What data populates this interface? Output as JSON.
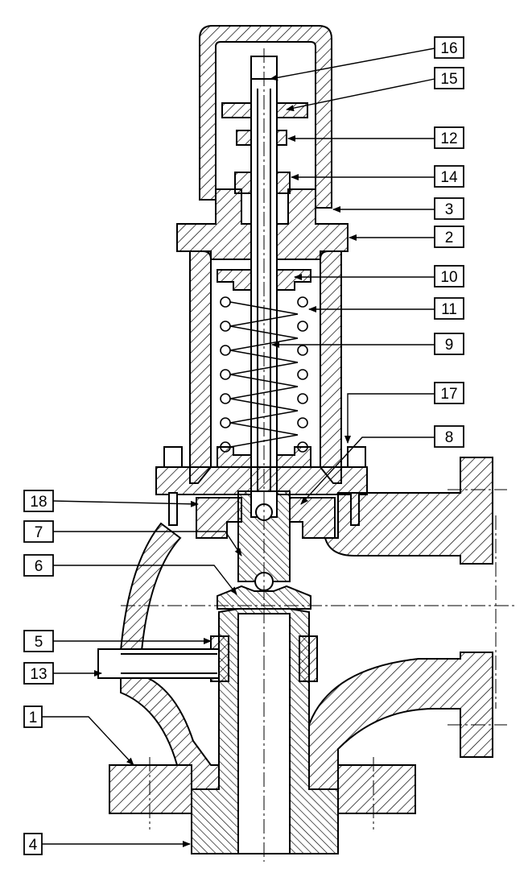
{
  "callouts": [
    {
      "id": "c16",
      "label": "16"
    },
    {
      "id": "c15",
      "label": "15"
    },
    {
      "id": "c12",
      "label": "12"
    },
    {
      "id": "c14",
      "label": "14"
    },
    {
      "id": "c3",
      "label": "3"
    },
    {
      "id": "c2",
      "label": "2"
    },
    {
      "id": "c10",
      "label": "10"
    },
    {
      "id": "c11",
      "label": "11"
    },
    {
      "id": "c9",
      "label": "9"
    },
    {
      "id": "c17",
      "label": "17"
    },
    {
      "id": "c8",
      "label": "8"
    },
    {
      "id": "c18",
      "label": "18"
    },
    {
      "id": "c7",
      "label": "7"
    },
    {
      "id": "c6",
      "label": "6"
    },
    {
      "id": "c5",
      "label": "5"
    },
    {
      "id": "c13",
      "label": "13"
    },
    {
      "id": "c1",
      "label": "1"
    },
    {
      "id": "c4",
      "label": "4"
    }
  ],
  "colors": {
    "line": "#000000",
    "hatch": "#000000",
    "background": "#ffffff"
  }
}
